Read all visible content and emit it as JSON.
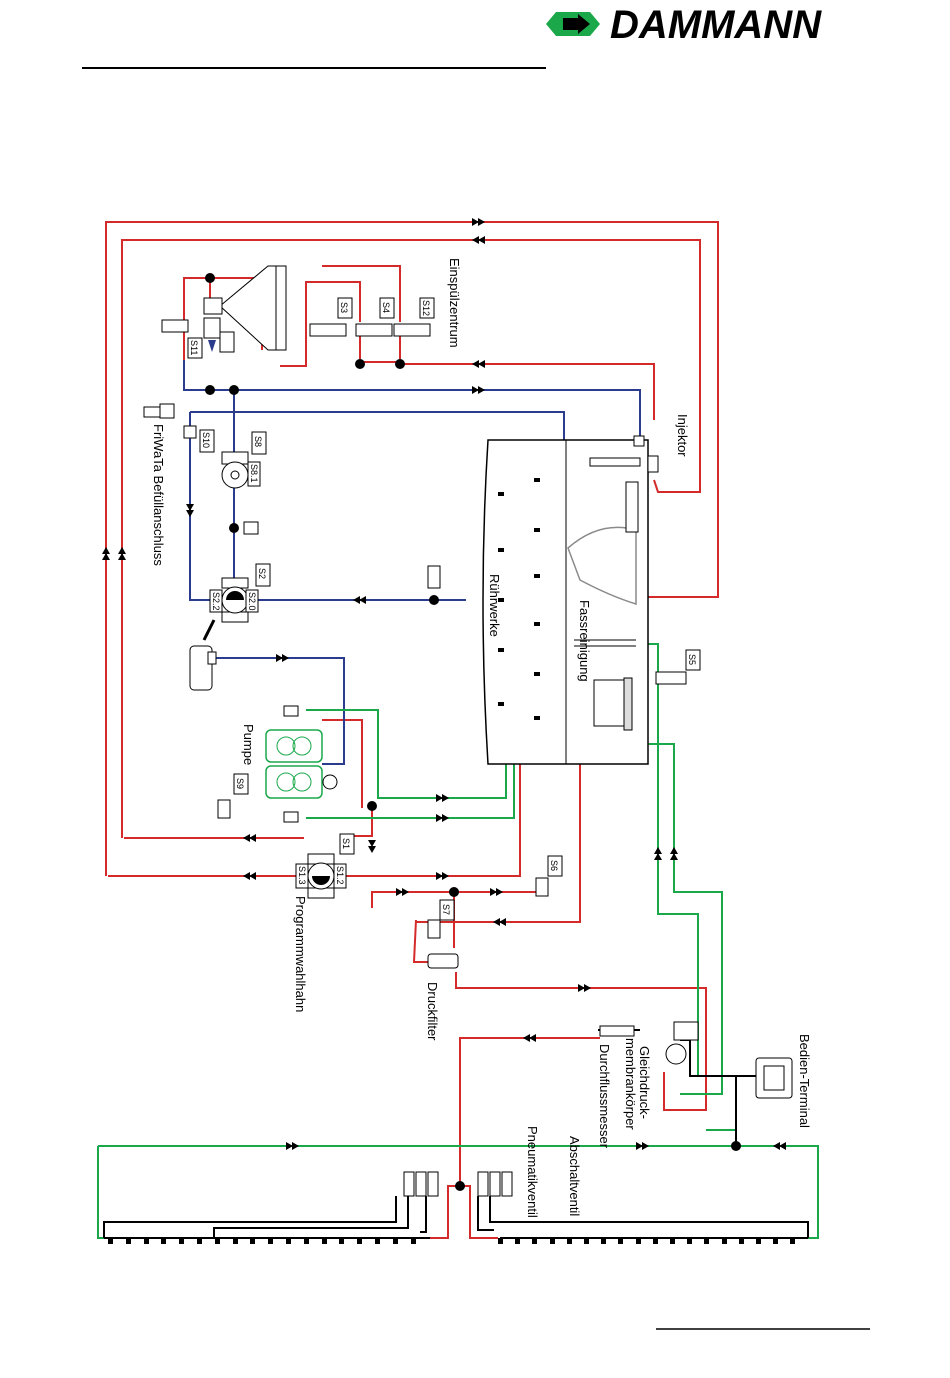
{
  "header": {
    "brand": "DAMMANN",
    "colors": {
      "logo_green": "#1aa84a",
      "logo_black": "#000000"
    }
  },
  "diagram": {
    "labels": {
      "einspuelzentrum": "Einspülzentrum",
      "injektor": "Injektor",
      "friwata": "FriWaTa Befüllanschluss",
      "ruehrwerke": "Rührwerke",
      "fassreinigung": "Fassreinigung",
      "pumpe": "Pumpe",
      "programmwahlhahn": "Programmwahlhahn",
      "druckfilter": "Druckfilter",
      "bedien_terminal": "Bedien-Terminal",
      "gleichdruck": "Gleichdruck-",
      "membrankoerper": "membrankörper",
      "durchflussmesser": "Durchflussmesser",
      "abschaltventil": "Abschaltventil",
      "pneumatikventil": "Pneumatikventil"
    },
    "tags": {
      "s1": "S1",
      "s1_2": "S1.2",
      "s1_3": "S1.3",
      "s2": "S2",
      "s2_0": "S2.0",
      "s2_2": "S2.2",
      "s3": "S3",
      "s4": "S4",
      "s5": "S5",
      "s6": "S6",
      "s7": "S7",
      "s8": "S8",
      "s8_1": "S8.1",
      "s9": "S9",
      "s10": "S10",
      "s11": "S11",
      "s12": "S12"
    },
    "line_colors": {
      "pressure": "#d42a2a",
      "suction": "#2b3c8e",
      "return": "#1aa84a",
      "control": "#000000"
    }
  }
}
